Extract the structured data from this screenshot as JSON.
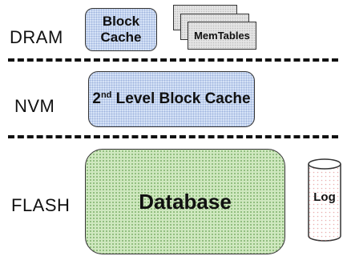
{
  "tiers": {
    "dram": "DRAM",
    "nvm": "NVM",
    "flash": "FLASH"
  },
  "components": {
    "block_cache_line1": "Block",
    "block_cache_line2": "Cache",
    "memtables": "MemTables",
    "second_level_prefix": "2",
    "second_level_sup": "nd",
    "second_level_rest": " Level Block Cache",
    "database": "Database",
    "log": "Log"
  },
  "colors": {
    "cache_fill": "#d7e3f7",
    "database_fill": "#cfe8bf",
    "memtable_fill": "#e4e4e4",
    "log_dots": "#dc7878"
  }
}
